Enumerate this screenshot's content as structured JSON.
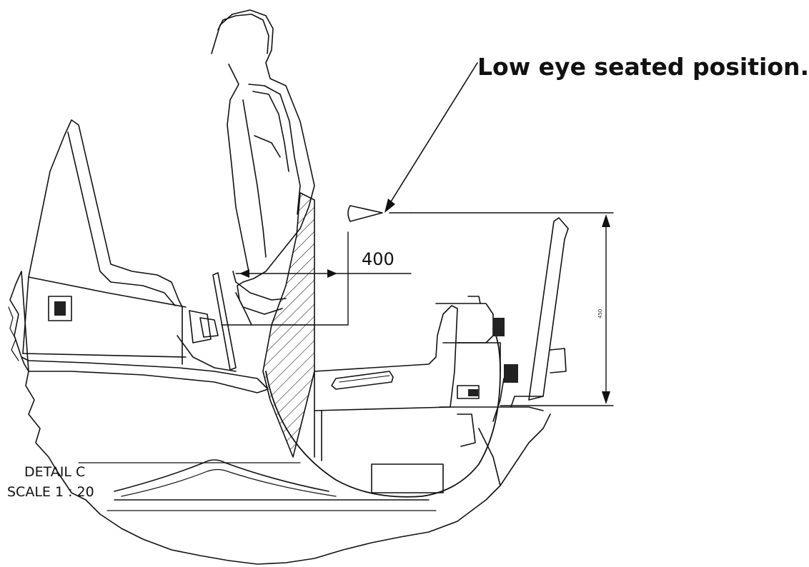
{
  "annotations": {
    "callout": "Low eye seated position.",
    "dim_horizontal": "400",
    "dim_vertical": "450",
    "detail_title": "DETAIL C",
    "detail_scale": "SCALE 1 : 20"
  },
  "colors": {
    "line": "#111111",
    "background": "#ffffff"
  }
}
